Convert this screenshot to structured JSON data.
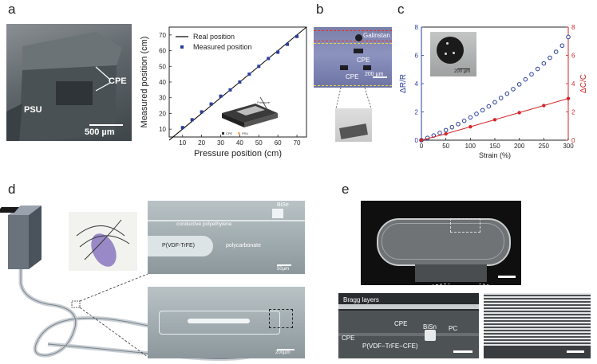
{
  "panels": {
    "a": "a",
    "b": "b",
    "c": "c",
    "d": "d",
    "e": "e"
  },
  "panel_a": {
    "sem": {
      "psu": "PSU",
      "cpe": "CPE",
      "scale": "500 µm"
    },
    "inset": {
      "label_cpe": "CPE",
      "label_psu": "PSU",
      "label_pressure": "Pressure"
    }
  },
  "panel_b": {
    "galinstan": "Galinstan",
    "cpe_top": "CPE",
    "cpe_bottom": "CPE",
    "scale": "200 µm"
  },
  "panel_c": {
    "inset_scale": "200 µm"
  },
  "panel_d": {
    "bise": "BiSe",
    "conductive": "conductive polyethylene",
    "pvdf": "P(VDF-TrFE)",
    "polycarbonate": "polycarbonate",
    "scale_top": "50µm",
    "scale_bottom": "200µm"
  },
  "panel_e": {
    "bragg": "Bragg layers",
    "cpe1": "CPE",
    "cpe2": "CPE",
    "bisn": "BiSn",
    "pc": "PC",
    "pvdf": "P(VDF−TrFE−CFE)"
  },
  "chart_data": [
    {
      "type": "scatter",
      "panel": "a",
      "xlabel": "Pressure position (cm)",
      "ylabel": "Measured position (cm)",
      "xlim": [
        3,
        75
      ],
      "ylim": [
        5,
        75
      ],
      "xticks": [
        10,
        20,
        30,
        40,
        50,
        60,
        70
      ],
      "yticks": [
        10,
        20,
        30,
        40,
        50,
        60,
        70
      ],
      "grid": false,
      "legend_position": "top-left",
      "series": [
        {
          "name": "Real position",
          "style": "line",
          "color": "#000000",
          "x": [
            3,
            75
          ],
          "y": [
            3,
            75
          ]
        },
        {
          "name": "Measured position",
          "style": "square",
          "color": "#2a3d9c",
          "x": [
            10,
            15,
            20,
            25,
            30,
            35,
            40,
            45,
            50,
            55,
            60,
            65,
            70
          ],
          "y": [
            11,
            16,
            21,
            26,
            31,
            35,
            40,
            45,
            50,
            55,
            59,
            64,
            69
          ]
        }
      ]
    },
    {
      "type": "scatter",
      "panel": "c",
      "xlabel": "Strain (%)",
      "ylabel_left": "ΔR/R",
      "ylabel_right": "ΔC/C",
      "xlim": [
        0,
        300
      ],
      "ylim_left": [
        0,
        8
      ],
      "ylim_right": [
        0,
        8
      ],
      "xticks": [
        0,
        50,
        100,
        150,
        200,
        250,
        300
      ],
      "yticks_left": [
        0,
        2,
        4,
        6,
        8
      ],
      "yticks_right": [
        0,
        2,
        4,
        6,
        8
      ],
      "left_color": "#2a3d9c",
      "right_color": "#d4262a",
      "series": [
        {
          "axis": "left",
          "color": "#2a3d9c",
          "style": "open-circle",
          "x": [
            0,
            12.5,
            25,
            37.5,
            50,
            62.5,
            75,
            87.5,
            100,
            112.5,
            125,
            137.5,
            150,
            162.5,
            175,
            187.5,
            200,
            212.5,
            225,
            237.5,
            250,
            262.5,
            275,
            287.5,
            300
          ],
          "y": [
            0,
            0.16,
            0.33,
            0.51,
            0.71,
            0.92,
            1.14,
            1.37,
            1.61,
            1.86,
            2.12,
            2.39,
            2.68,
            2.98,
            3.29,
            3.61,
            3.95,
            4.3,
            4.66,
            5.04,
            5.43,
            5.83,
            6.25,
            6.69,
            7.3
          ]
        },
        {
          "axis": "right",
          "color": "#d4262a",
          "style": "filled-circle",
          "x": [
            0,
            50,
            100,
            150,
            200,
            250,
            300
          ],
          "y": [
            0,
            0.45,
            0.95,
            1.45,
            1.95,
            2.45,
            2.95
          ]
        }
      ]
    }
  ]
}
